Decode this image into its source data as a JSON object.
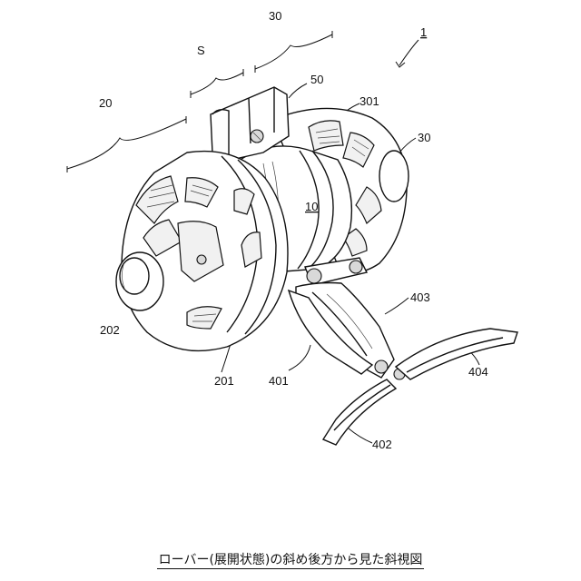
{
  "labels": {
    "assembly": "1",
    "motor_body": "10",
    "left_wheel": "20",
    "right_wheel_top": "30",
    "right_wheel_side": "30",
    "spacer": "S",
    "bracket": "50",
    "wheel_frame_right": "301",
    "hub_cap_left": "202",
    "wheel_frame_left": "201",
    "tail_base": "401",
    "tail_tip": "402",
    "tail_arm": "403",
    "tail_fin": "404"
  },
  "caption": "ローバー(展開状態)の斜め後方から見た斜視図"
}
